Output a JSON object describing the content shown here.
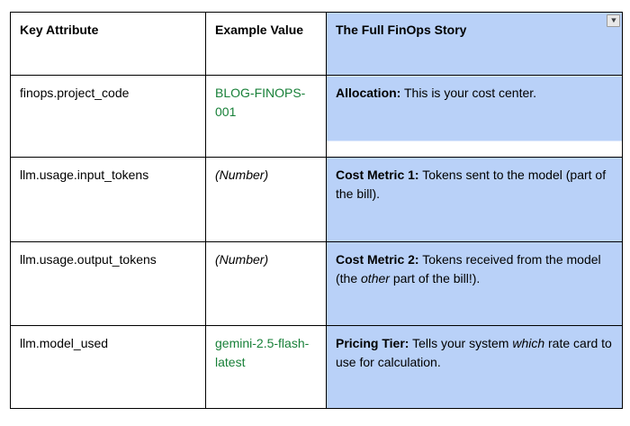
{
  "colors": {
    "highlight_blue": "#b9d1f8",
    "value_green": "#188038",
    "border": "#000000",
    "text": "#000000",
    "dropdown_bg": "#e8e8e8",
    "dropdown_border": "#9a9a9a",
    "dropdown_glyph": "#3c4043",
    "page_bg": "#ffffff"
  },
  "icons": {
    "header_dropdown": "▼"
  },
  "table": {
    "columns": [
      {
        "label": "Key Attribute"
      },
      {
        "label": "Example Value"
      },
      {
        "label": "The Full FinOps Story"
      }
    ],
    "rows": [
      {
        "attribute": "finops.project_code",
        "example_value": "BLOG-FINOPS-001",
        "story": {
          "label": "Allocation:",
          "pre": " This is your cost center.",
          "italic": "",
          "post": ""
        }
      },
      {
        "attribute": "llm.usage.input_tokens",
        "example_value": "(Number)",
        "story": {
          "label": "Cost Metric 1:",
          "pre": " Tokens sent to the model (part of the bill).",
          "italic": "",
          "post": ""
        }
      },
      {
        "attribute": "llm.usage.output_tokens",
        "example_value": "(Number)",
        "story": {
          "label": "Cost Metric 2:",
          "pre": " Tokens received from the model (the ",
          "italic": "other",
          "post": " part of the bill!)."
        }
      },
      {
        "attribute": "llm.model_used",
        "example_value": "gemini-2.5-flash-latest",
        "story": {
          "label": "Pricing Tier:",
          "pre": " Tells your system ",
          "italic": "which",
          "post": " rate card to use for calculation."
        }
      }
    ]
  }
}
